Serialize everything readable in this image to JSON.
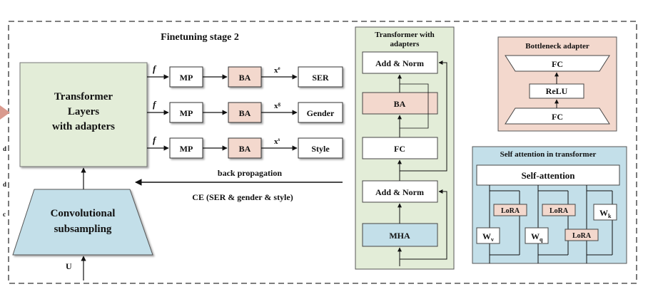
{
  "stage": {
    "title": "Finetuning stage 2"
  },
  "left": {
    "transformer_lines": [
      "Transformer",
      "Layers",
      "with adapters"
    ],
    "conv_lines": [
      "Convolutional",
      "subsampling"
    ],
    "input_label": "U",
    "f_label": "f",
    "rows": [
      {
        "mp": "MP",
        "ba": "BA",
        "x_base": "x",
        "x_sup": "e",
        "out": "SER"
      },
      {
        "mp": "MP",
        "ba": "BA",
        "x_base": "x",
        "x_sup": "g",
        "out": "Gender"
      },
      {
        "mp": "MP",
        "ba": "BA",
        "x_base": "x",
        "x_sup": "s",
        "out": "Style"
      }
    ],
    "backprop_label": "back propagation",
    "ce_label": "CE (SER & gender &  style)"
  },
  "transformer_adapters": {
    "title_lines": [
      "Transformer with",
      "adapters"
    ],
    "blocks": [
      "Add & Norm",
      "BA",
      "FC",
      "Add & Norm",
      "MHA"
    ]
  },
  "bottleneck": {
    "title": "Bottleneck adapter",
    "top": "FC",
    "mid": "ReLU",
    "bottom": "FC"
  },
  "self_attention": {
    "title": "Self attention in transformer",
    "header": "Self-attention",
    "lora": [
      "LoRA",
      "LoRA",
      "LoRA"
    ],
    "weights": [
      {
        "base": "W",
        "sub": "v"
      },
      {
        "base": "W",
        "sub": "q"
      },
      {
        "base": "W",
        "sub": "k"
      }
    ]
  },
  "colors": {
    "green": "#e3edd8",
    "peach": "#f3d8cd",
    "blue": "#c3dfe9",
    "dashed": "#333333"
  }
}
